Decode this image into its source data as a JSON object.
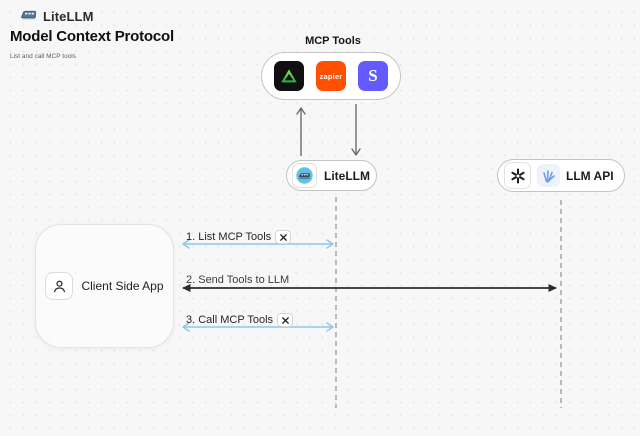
{
  "page": {
    "background": "#f7f7f8",
    "dot_grid": true
  },
  "header": {
    "brand": "LiteLLM",
    "title": "Model Context Protocol",
    "subtitle": "List and call MCP tools"
  },
  "mcp_group": {
    "label": "MCP Tools",
    "tools": [
      {
        "name": "green-triangle-tool",
        "bg": "#101010",
        "accent": "#3ec949"
      },
      {
        "name": "zapier",
        "label": "zapier",
        "bg": "#ff4f00"
      },
      {
        "name": "stripe",
        "label": "S",
        "bg": "#635bff"
      }
    ]
  },
  "nodes": {
    "litellm": {
      "label": "LiteLLM",
      "icon": "litellm-train-icon",
      "icon_bg": "#5fc0e8"
    },
    "llm_api": {
      "label": "LLM API",
      "icons": [
        "openai-icon",
        "llm-provider-icon"
      ]
    },
    "client": {
      "label": "Client Side App",
      "icon": "user-icon"
    }
  },
  "sequence": {
    "steps": [
      {
        "label": "1. List MCP Tools",
        "arrow_color": "#8cc8e9",
        "tool_icon": true,
        "from": "client",
        "to": "litellm-lifeline"
      },
      {
        "label": "2. Send Tools to LLM",
        "arrow_color": "#2d2d2d",
        "tool_icon": false,
        "from": "client",
        "to": "llm-api-lifeline"
      },
      {
        "label": "3. Call MCP Tools",
        "arrow_color": "#8cc8e9",
        "tool_icon": true,
        "from": "client",
        "to": "litellm-lifeline"
      }
    ]
  },
  "colors": {
    "arrow_blue": "#8cc8e9",
    "arrow_dark": "#2d2d2d",
    "vertical_arrow_gray": "#6b6b6b",
    "lifeline_dashed": "#ababab",
    "node_border": "#c4c4c4"
  }
}
